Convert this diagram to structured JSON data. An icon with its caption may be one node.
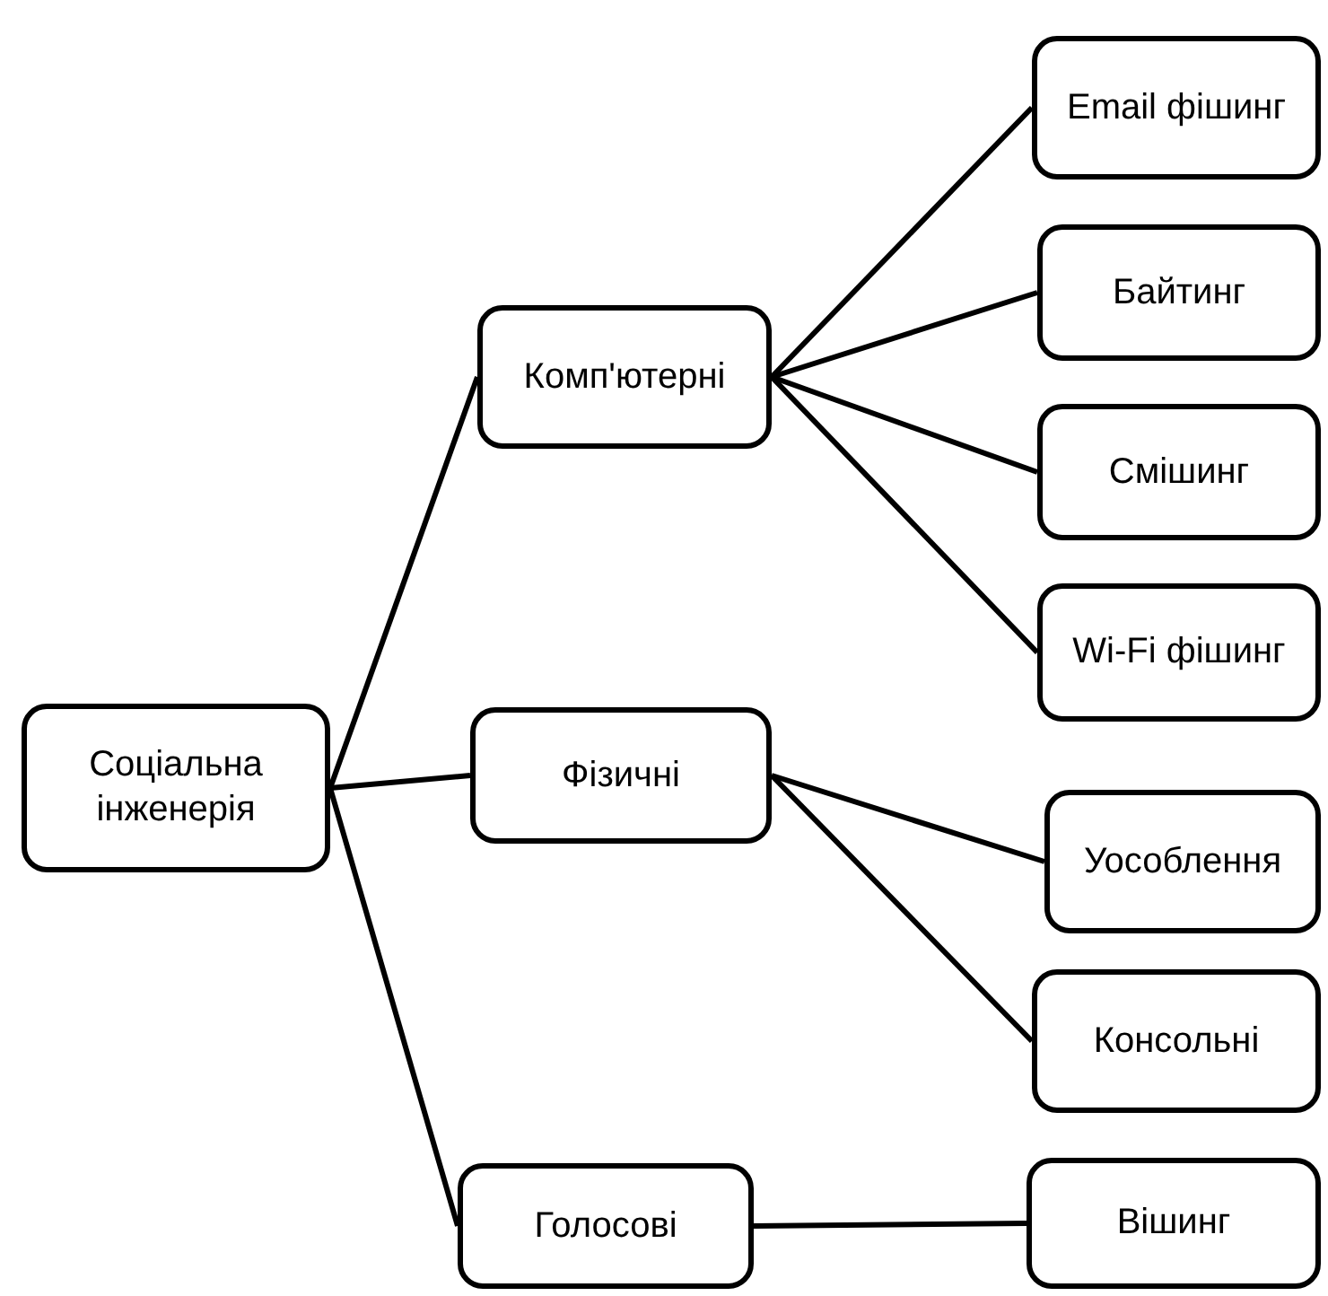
{
  "diagram": {
    "nodes": [
      {
        "text": [
          "Соціальна інженерія"
        ]
      },
      {
        "text": [
          "Комп'ютерні"
        ]
      },
      {
        "text": [
          "Фізичні"
        ]
      },
      {
        "text": [
          "Голосові"
        ]
      },
      {
        "text": [
          "Email фішинг"
        ]
      },
      {
        "text": [
          "Байтинг"
        ]
      },
      {
        "text": [
          "Смішинг"
        ]
      },
      {
        "text": [
          "Wi-Fi фішинг"
        ]
      },
      {
        "text": [
          "Уособлення"
        ]
      },
      {
        "text": [
          "Консольні"
        ]
      },
      {
        "text": [
          "Вішинг"
        ]
      }
    ],
    "edges": [
      {
        "from": 0,
        "to": 1,
        "arrow": "none"
      },
      {
        "from": 0,
        "to": 2,
        "arrow": "none"
      },
      {
        "from": 0,
        "to": 3,
        "arrow": "none"
      },
      {
        "from": 1,
        "to": 4,
        "arrow": "none"
      },
      {
        "from": 1,
        "to": 5,
        "arrow": "none"
      },
      {
        "from": 1,
        "to": 6,
        "arrow": "none"
      },
      {
        "from": 1,
        "to": 7,
        "arrow": "none"
      },
      {
        "from": 2,
        "to": 8,
        "arrow": "none"
      },
      {
        "from": 2,
        "to": 9,
        "arrow": "none"
      },
      {
        "from": 3,
        "to": 10,
        "arrow": "none"
      }
    ]
  }
}
